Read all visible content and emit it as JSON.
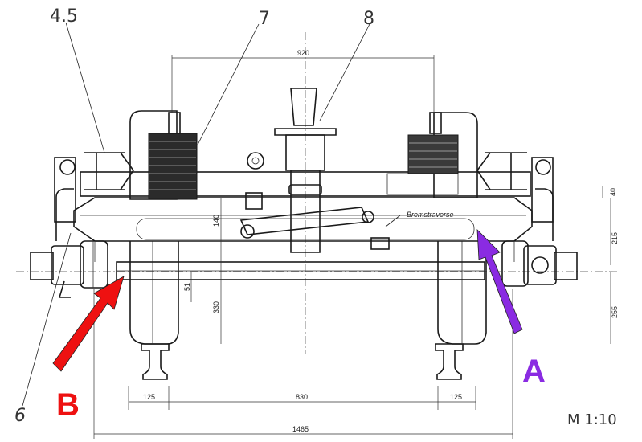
{
  "labels": {
    "part_45": "4.5",
    "part_7": "7",
    "part_8": "8",
    "part_6": "6",
    "callout_a": "A",
    "callout_b": "B",
    "scale": "M 1:10",
    "bremstraverse": "Bremstraverse"
  },
  "dimensions": {
    "d920": "920",
    "d40": "40",
    "d140": "140",
    "d215": "215",
    "d51": "51",
    "d330": "330",
    "d255": "255",
    "d125_left": "125",
    "d830": "830",
    "d125_right": "125",
    "d1465": "1465"
  },
  "colors": {
    "callout_a": "#8a2be2",
    "callout_b": "#ee1111",
    "ink": "#1a1a1a"
  }
}
